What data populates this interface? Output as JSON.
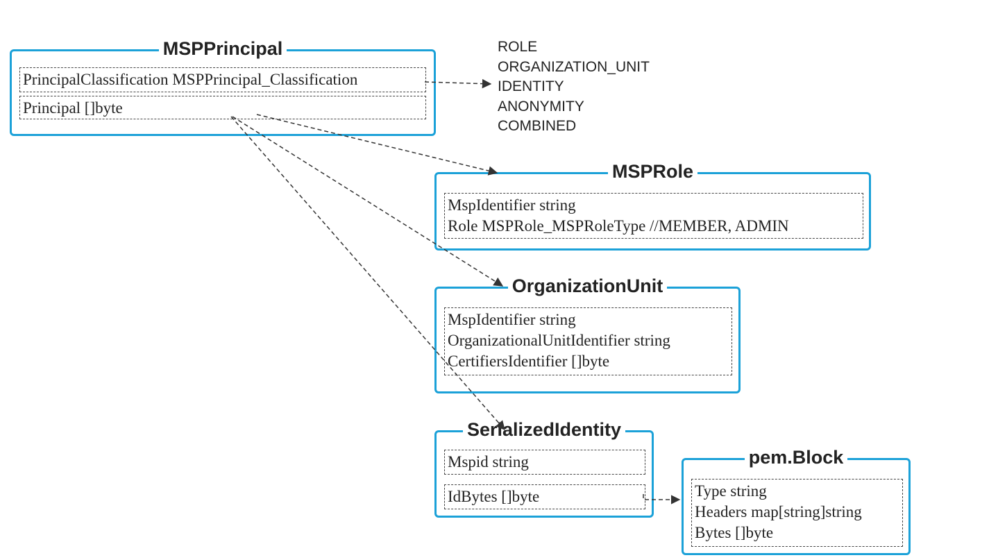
{
  "mspprincipal": {
    "title": "MSPPrincipal",
    "fields": [
      "PrincipalClassification MSPPrincipal_Classification",
      "Principal []byte"
    ]
  },
  "classification_values": [
    "ROLE",
    "ORGANIZATION_UNIT",
    "IDENTITY",
    "ANONYMITY",
    "COMBINED"
  ],
  "msprole": {
    "title": "MSPRole",
    "fields": [
      "MspIdentifier string",
      "Role MSPRole_MSPRoleType //MEMBER, ADMIN"
    ]
  },
  "organizationunit": {
    "title": "OrganizationUnit",
    "fields": [
      "MspIdentifier string",
      "OrganizationalUnitIdentifier string",
      "CertifiersIdentifier []byte"
    ]
  },
  "serializedidentity": {
    "title": "SerializedIdentity",
    "fields": [
      "Mspid string",
      "IdBytes []byte"
    ]
  },
  "pemblock": {
    "title": "pem.Block",
    "fields": [
      "Type string",
      "Headers map[string]string",
      "Bytes []byte"
    ]
  },
  "colors": {
    "box_border": "#1ba1d8",
    "text": "#222222",
    "arrow": "#333333"
  }
}
